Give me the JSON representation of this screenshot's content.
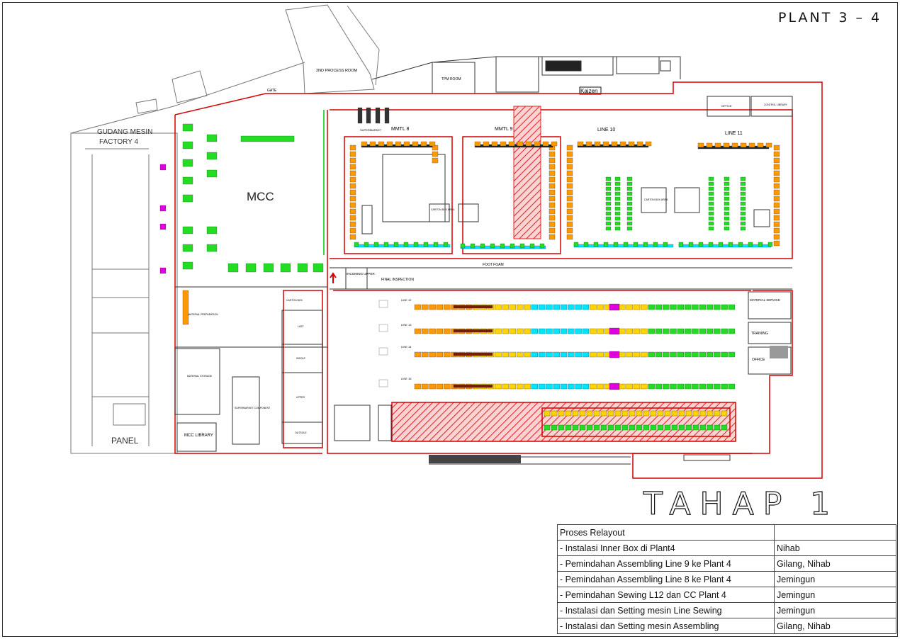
{
  "header": {
    "plant_title": "PLANT 3 – 4",
    "stage_title": "TAHAP 1 ALT"
  },
  "labels": {
    "gudang": "GUDANG MESIN",
    "factory": "FACTORY 4",
    "panel": "PANEL",
    "process_room": "2ND PROCESS ROOM",
    "gate": "GATE",
    "tpm_room": "TPM ROOM",
    "kaizen": "Kaizen",
    "office": "OFFICE",
    "control_library": "CONTROL LIBRARY",
    "mcc": "MCC",
    "mmtl_8": "MMTL 8",
    "mmtl_9": "MMTL 9",
    "line_10": "LINE 10",
    "line_11": "LINE 11",
    "supermarket": "SUPERMARKET",
    "carton_box_area": "CARTON BOX AREA",
    "foot_foam": "FOOT FOAM",
    "incoming_upper": "INCOMING UPPER",
    "final_inspection": "FINAL INSPECTION",
    "material_service": "MATERIAL SERVICE",
    "training": "TRAINING",
    "office_right": "OFFICE",
    "material_preparation": "MATERIAL PREPARATION",
    "material_storage": "MATERIAL STORAGE",
    "supermarket_component": "SUPERMARKET COMPONENT",
    "mcc_library": "MCC LIBRARY",
    "carton_box": "CARTON BOX",
    "last": "LAST",
    "insole": "INSOLE",
    "upper": "UPPER",
    "outsole": "OUTSOLE",
    "line_12": "LINE 12",
    "line_13": "LINE 13",
    "line_14": "LINE 14",
    "line_15": "LINE 15"
  },
  "relayout_table": {
    "header": [
      "Proses Relayout",
      ""
    ],
    "rows": [
      {
        "task": "- Instalasi Inner Box di Plant4",
        "pic": "Nihab"
      },
      {
        "task": "- Pemindahan Assembling Line 9 ke Plant 4",
        "pic": "Gilang, Nihab"
      },
      {
        "task": "- Pemindahan Assembling Line 8 ke Plant 4",
        "pic": "Jemingun"
      },
      {
        "task": "- Pemindahan Sewing L12 dan CC Plant 4",
        "pic": "Jemingun"
      },
      {
        "task": "- Instalasi dan Setting mesin Line Sewing",
        "pic": "Jemingun"
      },
      {
        "task": "- Instalasi dan Setting mesin Assembling",
        "pic": "Gilang, Nihab"
      }
    ]
  },
  "colors": {
    "wall": "#d40000",
    "outline": "#111111",
    "machine_green": "#22dd22",
    "machine_orange": "#ff9900",
    "machine_yellow": "#ffd500",
    "machine_cyan": "#00e5ff",
    "machine_magenta": "#e000e0",
    "hatch_red": "#e02020"
  }
}
